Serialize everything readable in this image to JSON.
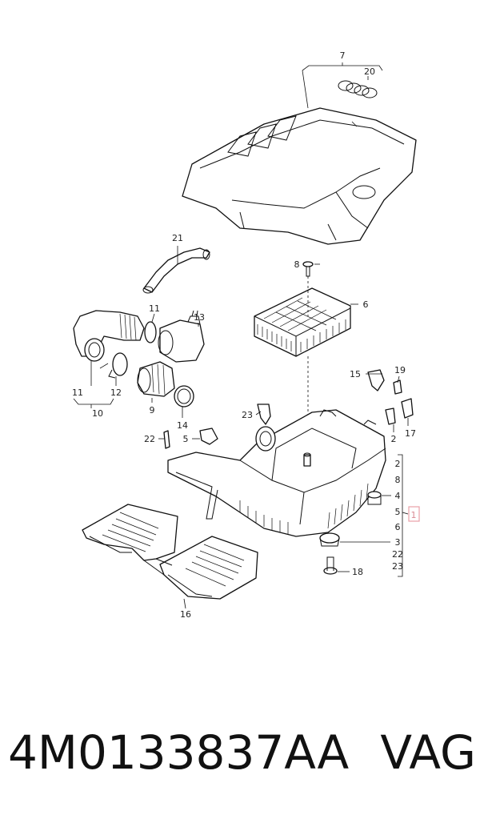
{
  "diagram": {
    "callouts": {
      "c7": "7",
      "c20": "20",
      "c8": "8",
      "c6": "6",
      "c21": "21",
      "c11a": "11",
      "c13": "13",
      "c11b": "11",
      "c12": "12",
      "c10": "10",
      "c9": "9",
      "c14": "14",
      "c15": "15",
      "c19": "19",
      "c2a": "2",
      "c17": "17",
      "c23": "23",
      "c22": "22",
      "c5": "5",
      "g2": "2",
      "g8": "8",
      "g4": "4",
      "g5": "5",
      "g6": "6",
      "g3": "3",
      "g22": "22",
      "g23": "23",
      "g1": "1",
      "c18": "18",
      "c16": "16"
    },
    "highlight_color": "#e8a0a8"
  },
  "caption": {
    "part_number": "4M0133837AA",
    "brand": "VAG"
  }
}
